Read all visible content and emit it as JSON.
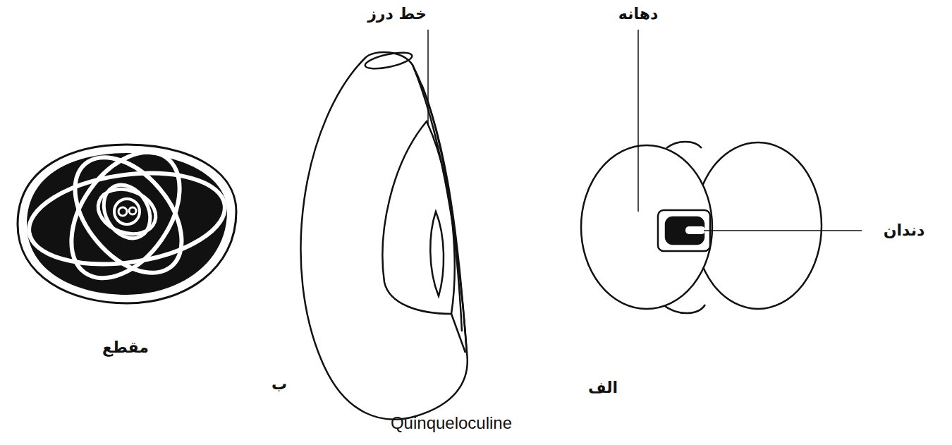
{
  "diagram": {
    "labels": [
      "خط درز",
      "دهانه",
      "دندان",
      "مقطع",
      "ب",
      "الف",
      "Quinqueloculine"
    ]
  }
}
